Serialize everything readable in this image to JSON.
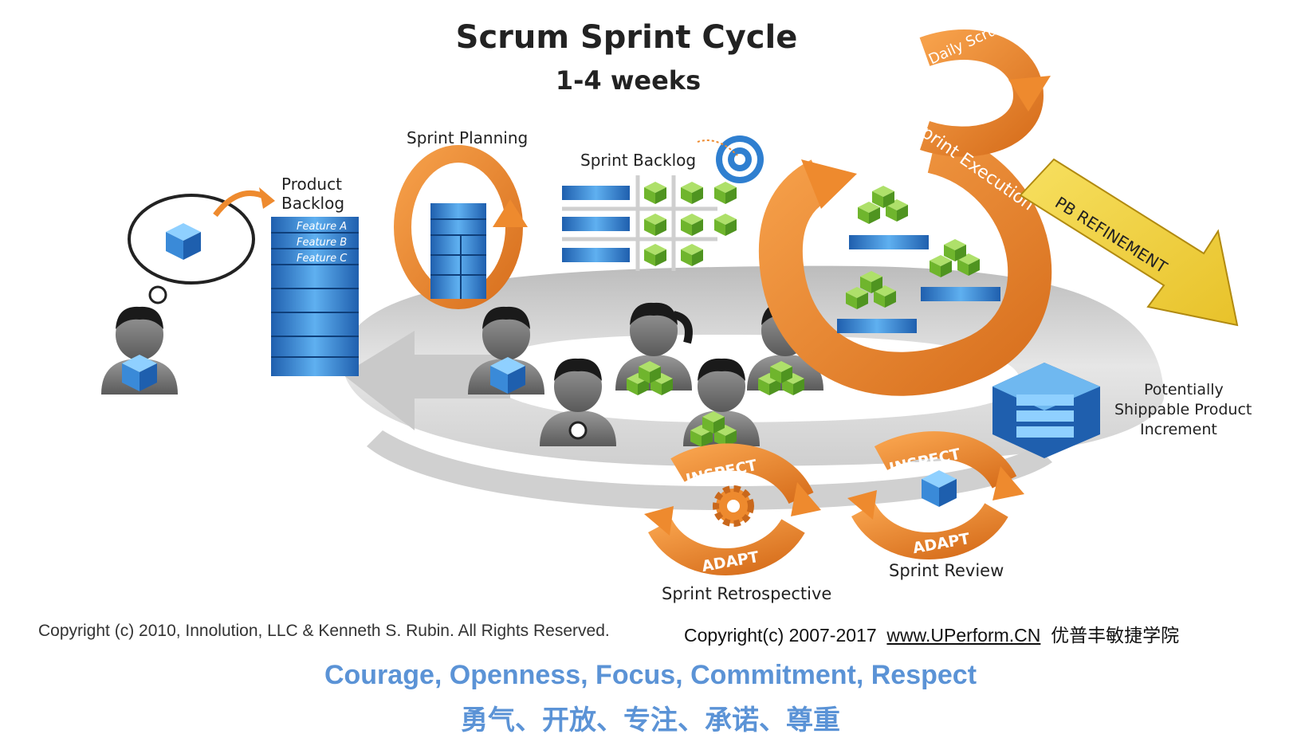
{
  "title": "Scrum Sprint Cycle",
  "subtitle": "1-4 weeks",
  "labels": {
    "product_backlog_line1": "Product",
    "product_backlog_line2": "Backlog",
    "feature_a": "Feature A",
    "feature_b": "Feature B",
    "feature_c": "Feature C",
    "sprint_planning": "Sprint Planning",
    "sprint_backlog": "Sprint Backlog",
    "daily_scrum": "Daily Scrum",
    "sprint_execution": "Sprint Execution",
    "pb_refinement": "PB REFINEMENT",
    "potentially_line1": "Potentially",
    "potentially_line2": "Shippable Product",
    "potentially_line3": "Increment",
    "inspect_retro": "INSPECT",
    "adapt_retro": "ADAPT",
    "inspect_review": "INSPECT",
    "adapt_review": "ADAPT",
    "sprint_retrospective": "Sprint Retrospective",
    "sprint_review": "Sprint Review"
  },
  "footer": {
    "copyright_left": "Copyright (c) 2010, Innolution, LLC & Kenneth S. Rubin. All Rights Reserved.",
    "copyright_right_prefix": "Copyright(c)  2007-2017",
    "copyright_right_link": "www.UPerform.CN",
    "copyright_right_suffix": "优普丰敏捷学院",
    "values_en": "Courage, Openness, Focus, Commitment, Respect",
    "values_cn": "勇气、开放、专注、承诺、尊重"
  },
  "colors": {
    "orange": "#ee8a2e",
    "orange_dark": "#c9681c",
    "blue": "#2f7fd0",
    "blue_light": "#63b0ee",
    "green": "#7ec43a",
    "gray_ring": "#d8d8d8",
    "yellow_arrow": "#f2d33c",
    "values_blue": "#5b93d6"
  }
}
